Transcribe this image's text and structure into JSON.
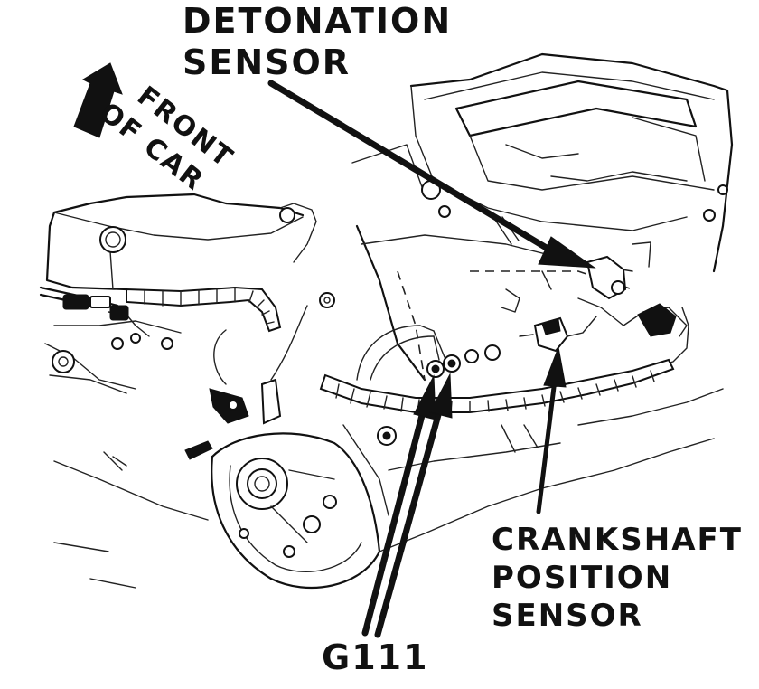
{
  "labels": {
    "detonation_sensor": [
      "DETONATION",
      "SENSOR"
    ],
    "front_of_car": [
      "FRONT",
      "OF CAR"
    ],
    "crankshaft_position_sensor": [
      "CRANKSHAFT",
      "POSITION",
      "SENSOR"
    ],
    "g111": "G111"
  }
}
